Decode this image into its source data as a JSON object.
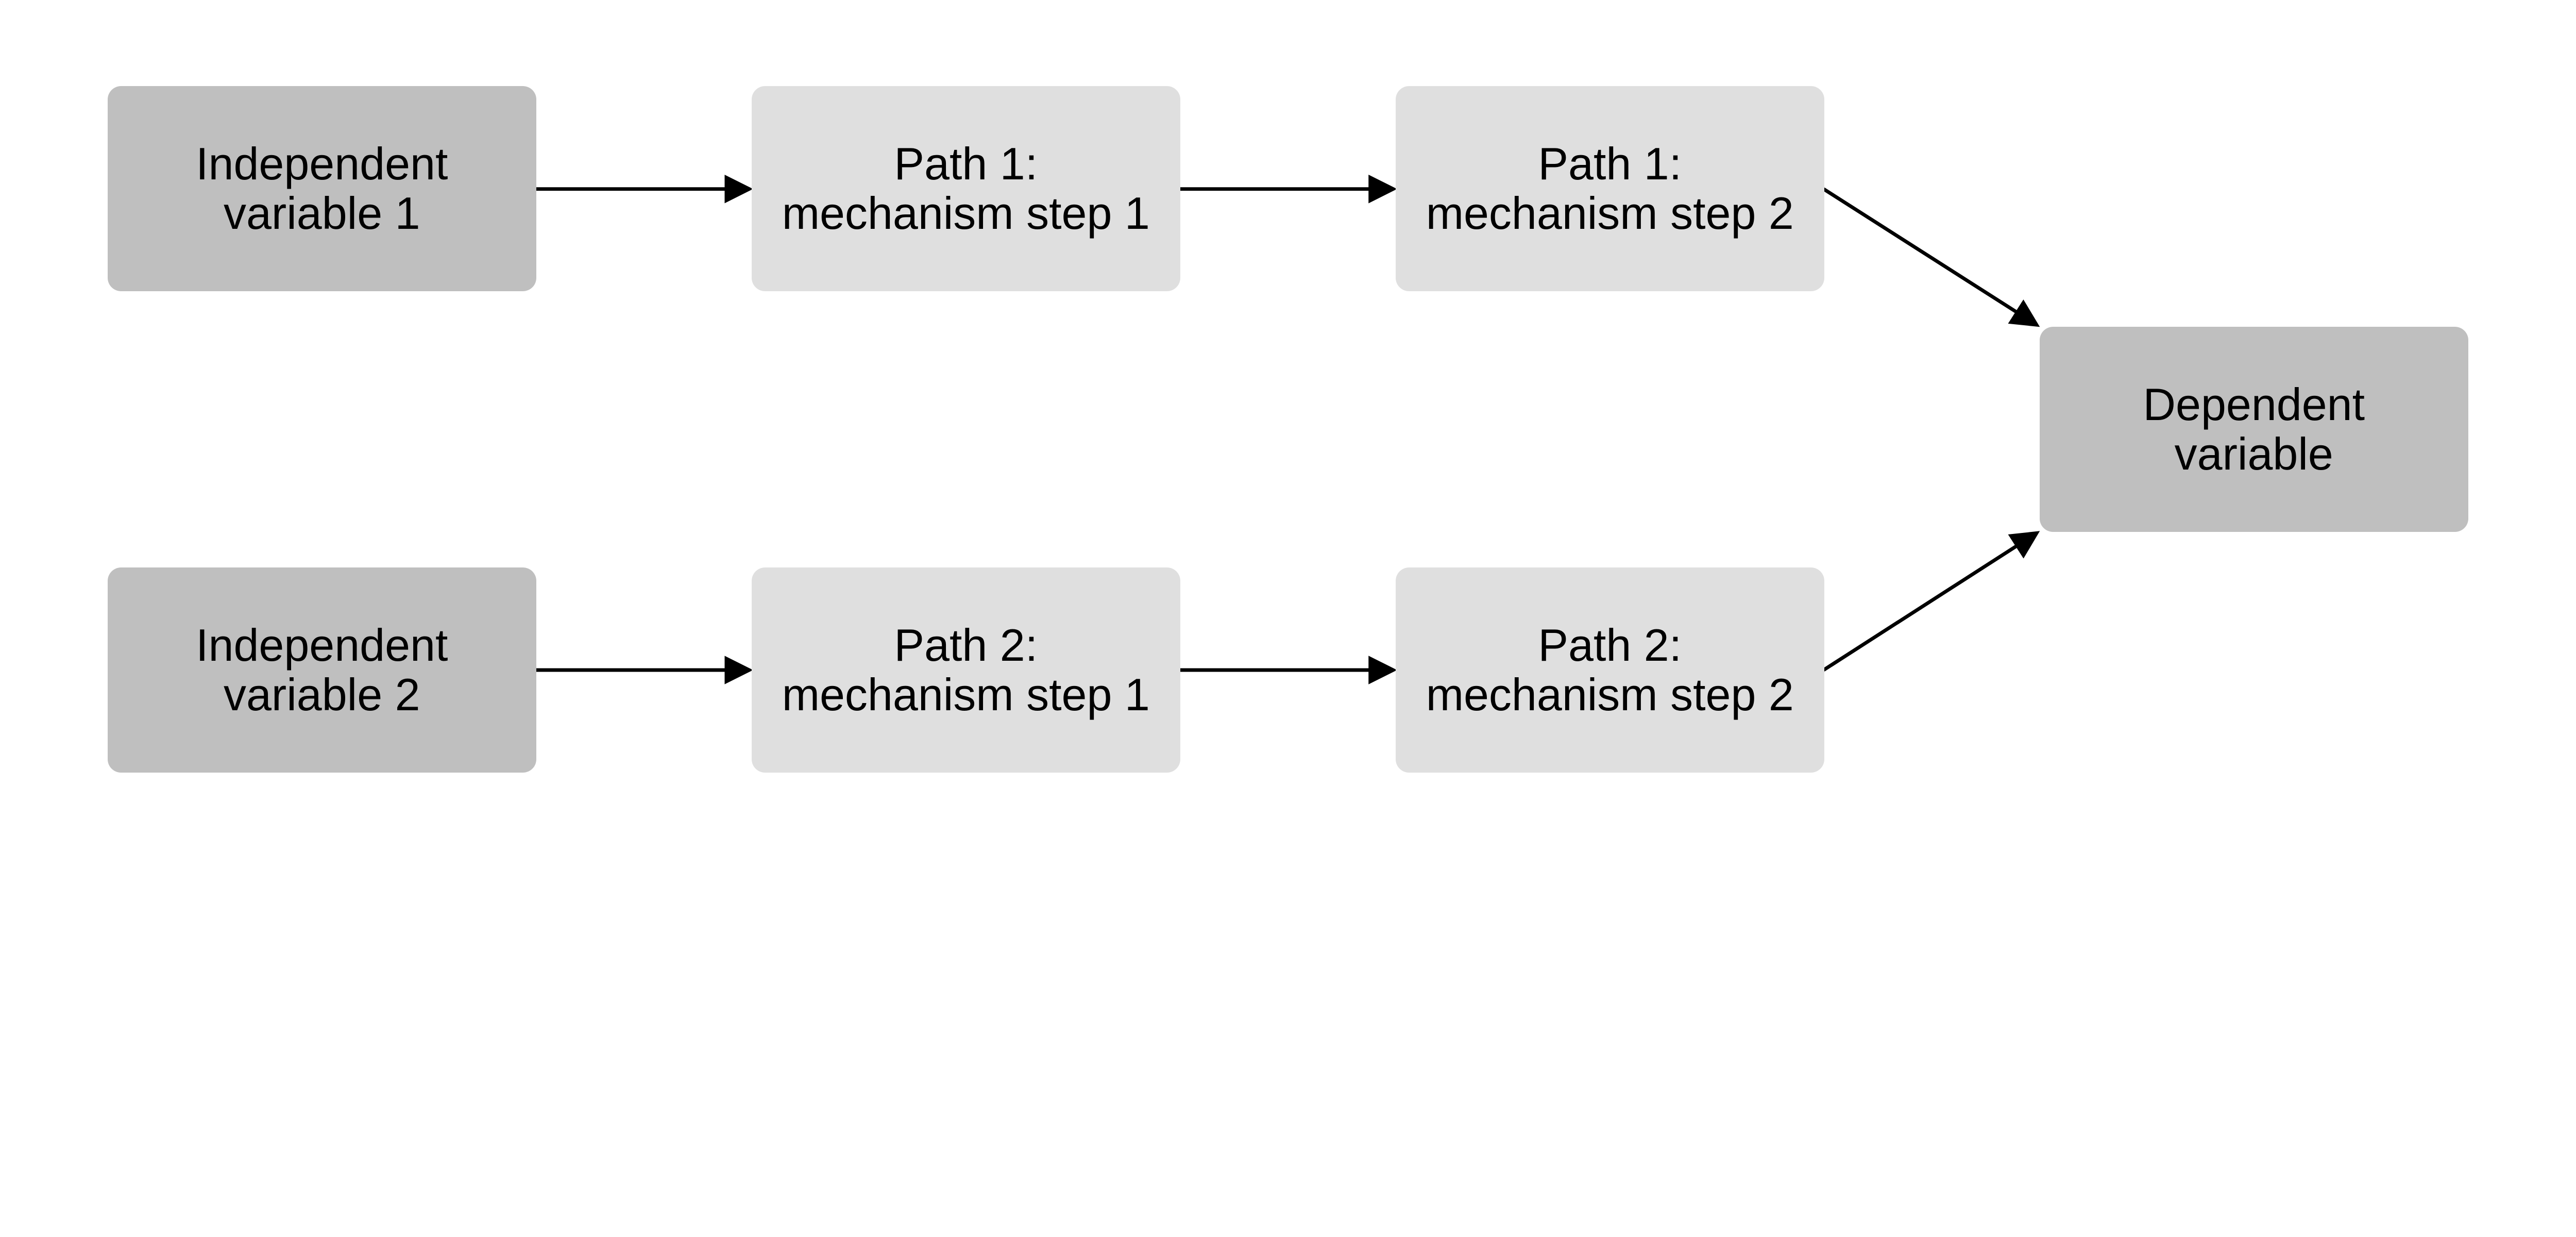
{
  "colors": {
    "primary_node": "#bfbfbf",
    "mechanism_node": "#dfdfdf",
    "edge": "#000000"
  },
  "nodes": {
    "iv1": {
      "line1": "Independent",
      "line2": "variable 1"
    },
    "p1s1": {
      "line1": "Path 1:",
      "line2": "mechanism step 1"
    },
    "p1s2": {
      "line1": "Path 1:",
      "line2": "mechanism step 2"
    },
    "iv2": {
      "line1": "Independent",
      "line2": "variable 2"
    },
    "p2s1": {
      "line1": "Path 2:",
      "line2": "mechanism step 1"
    },
    "p2s2": {
      "line1": "Path 2:",
      "line2": "mechanism step 2"
    },
    "dv": {
      "line1": "Dependent",
      "line2": "variable"
    }
  },
  "edges": [
    [
      "iv1",
      "p1s1"
    ],
    [
      "p1s1",
      "p1s2"
    ],
    [
      "p1s2",
      "dv"
    ],
    [
      "iv2",
      "p2s1"
    ],
    [
      "p2s1",
      "p2s2"
    ],
    [
      "p2s2",
      "dv"
    ]
  ]
}
